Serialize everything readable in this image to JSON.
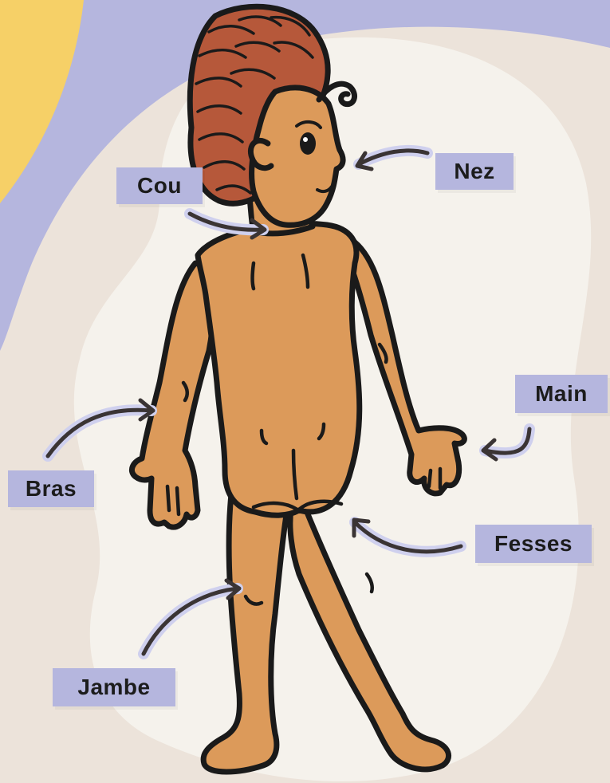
{
  "colors": {
    "background": "#ece3da",
    "lavender": "#b5b6de",
    "yellow": "#f6d067",
    "blob": "#f5f2ec",
    "skin": "#dc9a5a",
    "hair": "#b6583a",
    "outline": "#1a1a1a",
    "arrow": "#3a3434"
  },
  "labels": {
    "cou": "Cou",
    "nez": "Nez",
    "main": "Main",
    "bras": "Bras",
    "fesses": "Fesses",
    "jambe": "Jambe"
  }
}
